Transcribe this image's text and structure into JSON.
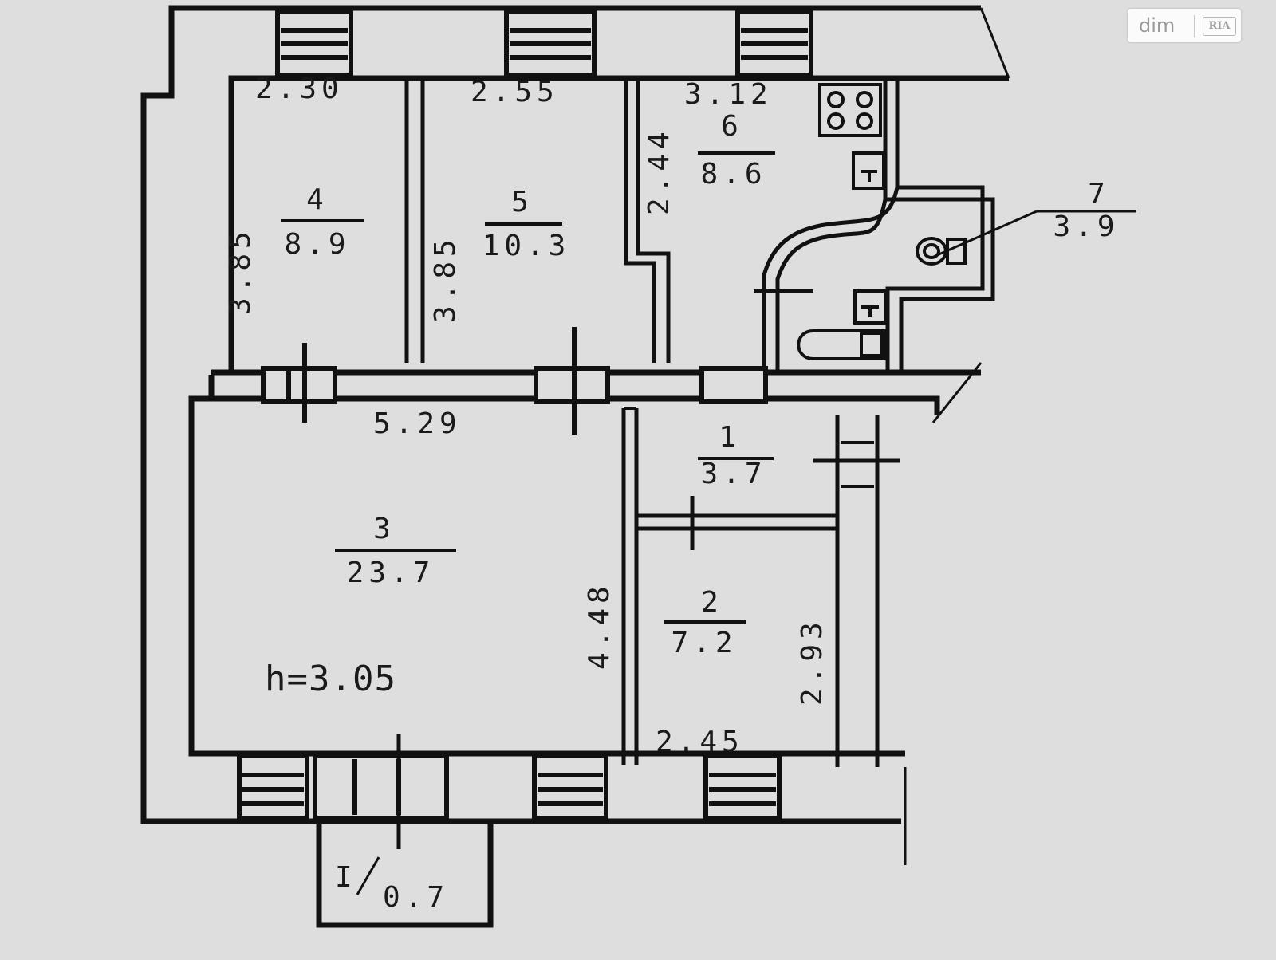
{
  "rooms": [
    {
      "number": "4",
      "area": "8.9",
      "width": "2.30",
      "length": "3.85"
    },
    {
      "number": "5",
      "area": "10.3",
      "width": "2.55",
      "length": "3.85"
    },
    {
      "number": "6",
      "area": "8.6",
      "width": "3.12",
      "length": "2.44"
    },
    {
      "number": "7",
      "area": "3.9"
    },
    {
      "number": "1",
      "area": "3.7"
    },
    {
      "number": "3",
      "area": "23.7",
      "width": "5.29",
      "length": "4.48"
    },
    {
      "number": "2",
      "area": "7.2",
      "width": "2.45",
      "length": "2.93"
    }
  ],
  "balcony": {
    "number": "I",
    "area": "0.7"
  },
  "ceiling_height": "h=3.05",
  "watermark": {
    "text": "dim",
    "logo": "RIA"
  },
  "colors": {
    "paper": "#dedede",
    "ink": "#111111"
  }
}
